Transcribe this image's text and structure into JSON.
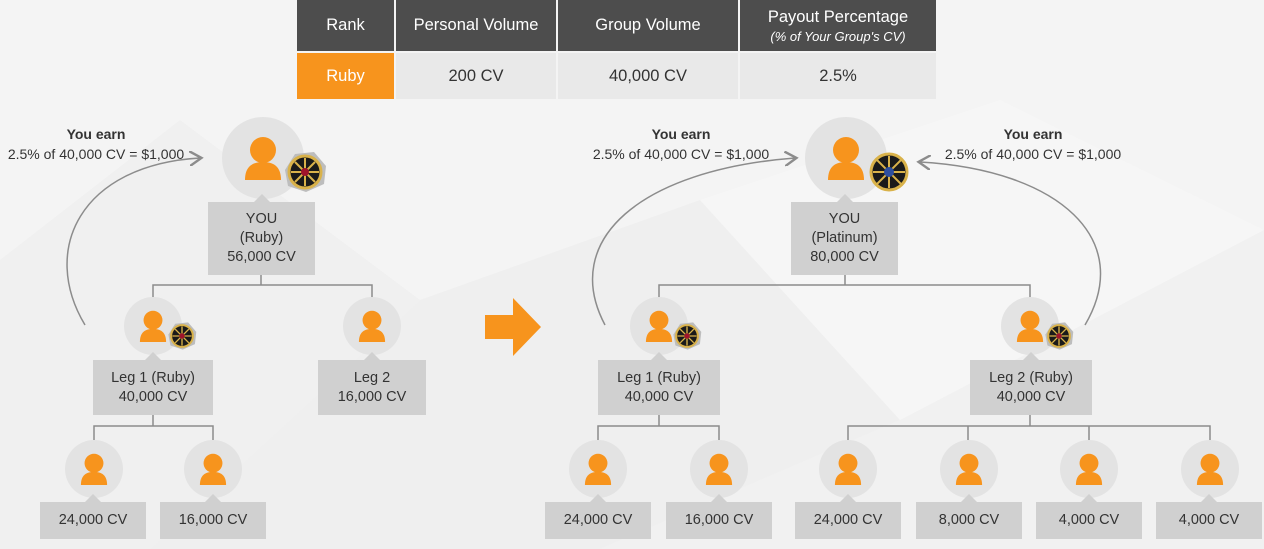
{
  "table": {
    "headers": {
      "rank": "Rank",
      "personal_volume": "Personal Volume",
      "group_volume": "Group Volume",
      "payout_percentage": "Payout Percentage",
      "payout_note": "(% of Your Group's CV)"
    },
    "row": {
      "rank": "Ruby",
      "personal_volume": "200 CV",
      "group_volume": "40,000 CV",
      "payout_percentage": "2.5%"
    }
  },
  "left_tree": {
    "earn": {
      "title": "You earn",
      "formula": "2.5% of 40,000 CV = $1,000"
    },
    "you": {
      "name": "YOU",
      "rank": "(Ruby)",
      "cv": "56,000 CV"
    },
    "leg1": {
      "name": "Leg 1 (Ruby)",
      "cv": "40,000 CV"
    },
    "leg2": {
      "name": "Leg 2",
      "cv": "16,000 CV"
    },
    "children": [
      "24,000 CV",
      "16,000 CV"
    ]
  },
  "right_tree": {
    "earn_left": {
      "title": "You earn",
      "formula": "2.5% of 40,000 CV = $1,000"
    },
    "earn_right": {
      "title": "You earn",
      "formula": "2.5% of 40,000 CV = $1,000"
    },
    "you": {
      "name": "YOU",
      "rank": "(Platinum)",
      "cv": "80,000 CV"
    },
    "leg1": {
      "name": "Leg 1 (Ruby)",
      "cv": "40,000 CV"
    },
    "leg2": {
      "name": "Leg 2 (Ruby)",
      "cv": "40,000 CV"
    },
    "children": [
      "24,000 CV",
      "16,000 CV",
      "24,000 CV",
      "8,000 CV",
      "4,000 CV",
      "4,000 CV"
    ]
  },
  "colors": {
    "orange": "#f7941d",
    "header": "#4d4d4d",
    "box": "#d0d0d0",
    "circle": "#e3e3e3",
    "line": "#8c8c8c"
  },
  "icons": {
    "person": "person-icon",
    "ruby_badge": "ruby-medal-icon",
    "platinum_badge": "platinum-medal-icon",
    "transition": "arrow-right-icon"
  }
}
